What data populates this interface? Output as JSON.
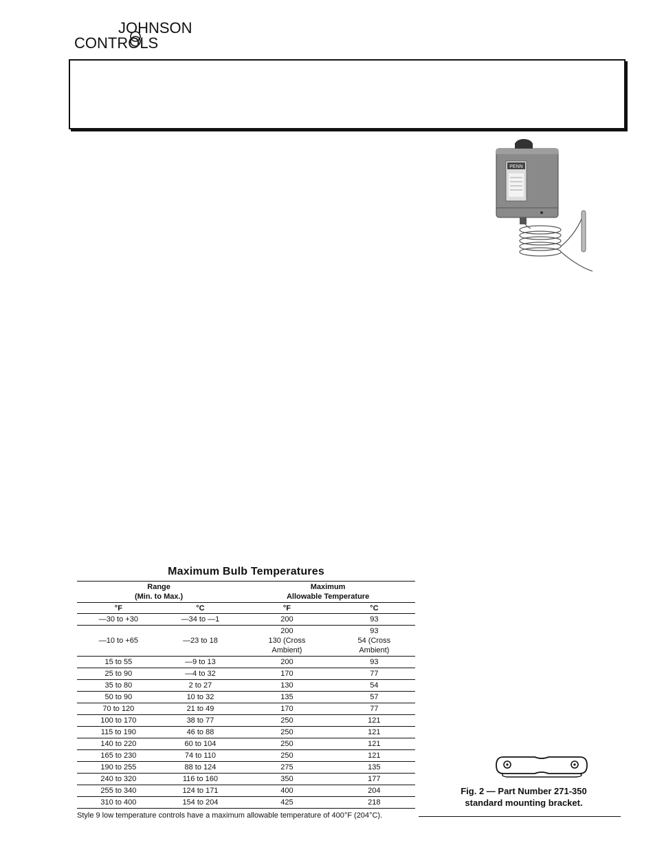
{
  "logo": {
    "line1": "JOHNSON",
    "line2": "CONTROLS"
  },
  "table": {
    "title": "Maximum Bulb Temperatures",
    "group_headers": {
      "range_line1": "Range",
      "range_line2": "(Min. to Max.)",
      "max_line1": "Maximum",
      "max_line2": "Allowable Temperature"
    },
    "unit_headers": [
      "°F",
      "°C",
      "°F",
      "°C"
    ],
    "rows": [
      [
        "—30 to +30",
        "—34 to —1",
        "200",
        "93"
      ],
      [
        "—10 to +65",
        "—23 to 18",
        "200\n130 (Cross\nAmbient)",
        "93\n54 (Cross\nAmbient)"
      ],
      [
        "15 to 55",
        "—9 to 13",
        "200",
        "93"
      ],
      [
        "25 to 90",
        "—4 to 32",
        "170",
        "77"
      ],
      [
        "35 to 80",
        "2 to 27",
        "130",
        "54"
      ],
      [
        "50 to 90",
        "10 to 32",
        "135",
        "57"
      ],
      [
        "70 to 120",
        "21 to 49",
        "170",
        "77"
      ],
      [
        "100 to 170",
        "38 to 77",
        "250",
        "121"
      ],
      [
        "115 to 190",
        "46 to 88",
        "250",
        "121"
      ],
      [
        "140 to 220",
        "60 to 104",
        "250",
        "121"
      ],
      [
        "165 to 230",
        "74 to 110",
        "250",
        "121"
      ],
      [
        "190 to 255",
        "88 to 124",
        "275",
        "135"
      ],
      [
        "240 to 320",
        "116 to 160",
        "350",
        "177"
      ],
      [
        "255 to 340",
        "124 to 171",
        "400",
        "204"
      ],
      [
        "310 to 400",
        "154 to 204",
        "425",
        "218"
      ]
    ],
    "note": "Style 9 low temperature controls have a maximum allowable temperature of 400°F (204°C)."
  },
  "figure2": {
    "caption_line1": "Fig. 2 — Part Number 271-350",
    "caption_line2": "standard mounting bracket."
  },
  "photo": {
    "brand_label": "PENN"
  }
}
